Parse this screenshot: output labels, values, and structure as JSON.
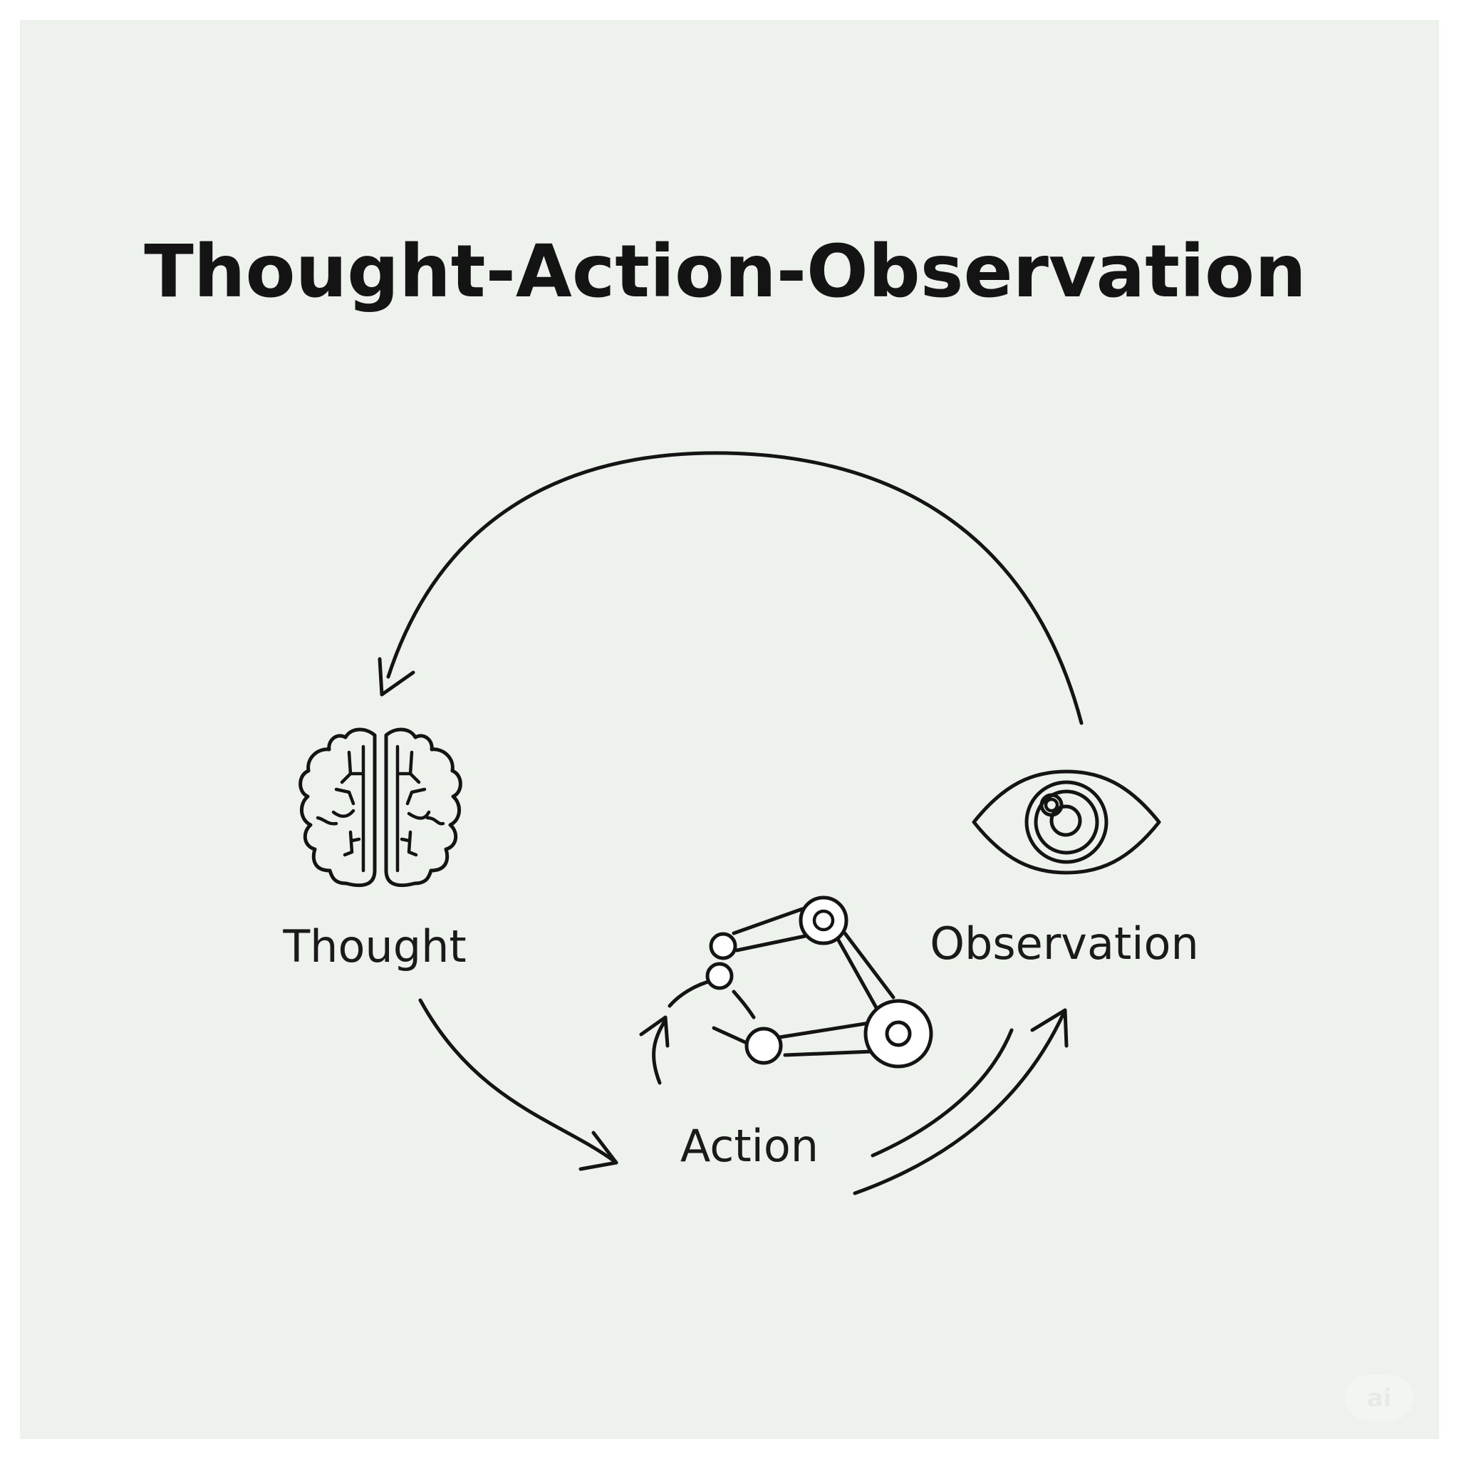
{
  "title": "Thought-Action-Observation",
  "nodes": {
    "thought": {
      "label": "Thought",
      "icon": "brain-icon"
    },
    "action": {
      "label": "Action",
      "icon": "robot-arm-icon"
    },
    "observation": {
      "label": "Observation",
      "icon": "eye-icon"
    }
  },
  "watermark": "ai",
  "colors": {
    "background": "#eef2ec",
    "ink": "#141414"
  }
}
